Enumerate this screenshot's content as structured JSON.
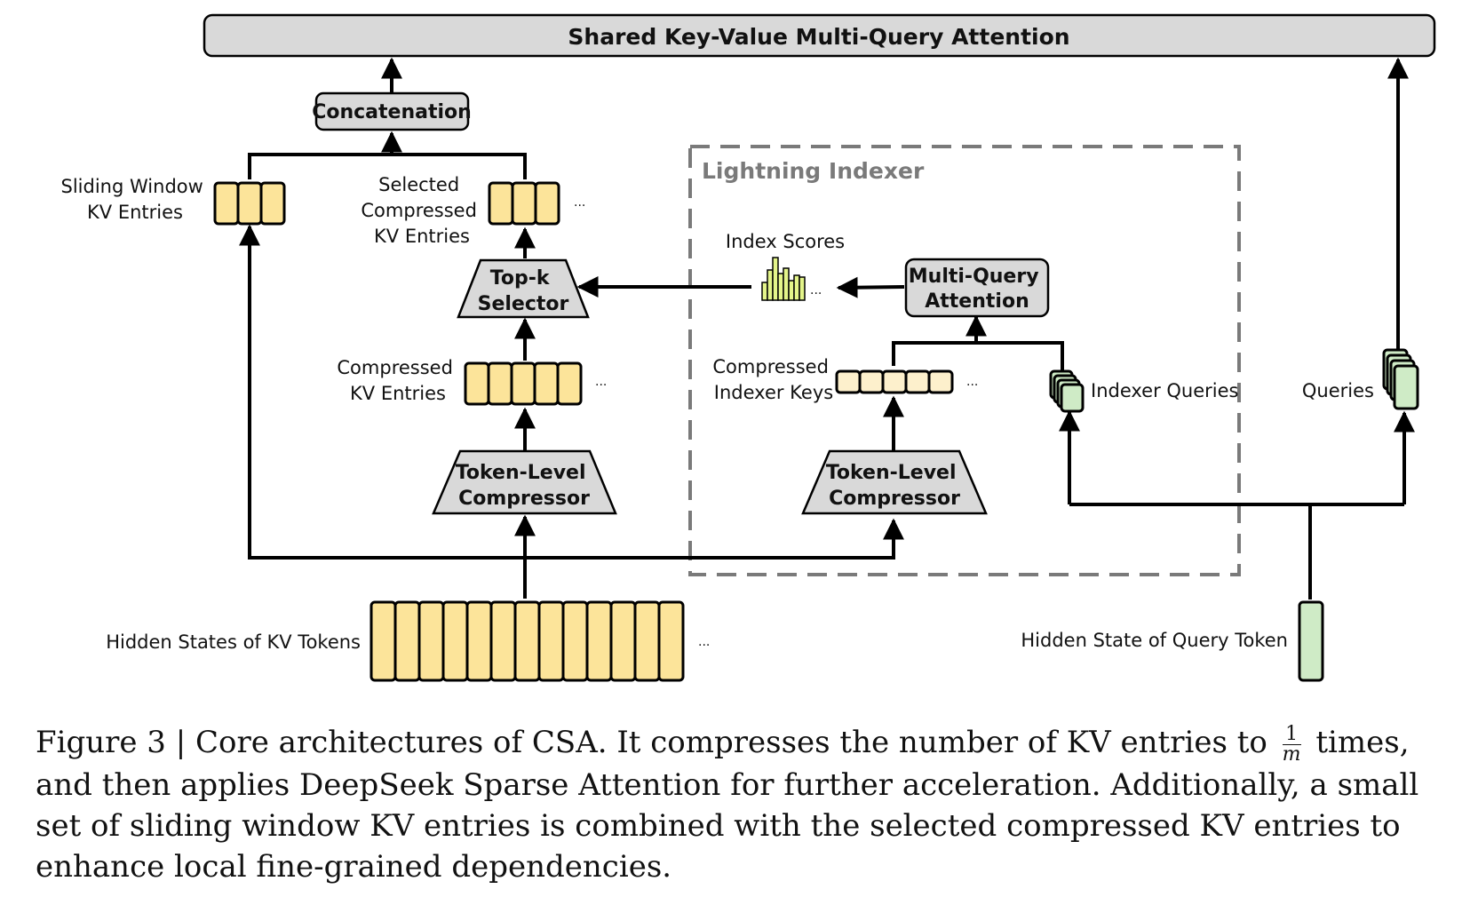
{
  "diagram": {
    "title": "Shared Key-Value Multi-Query Attention",
    "concatenation": "Concatenation",
    "sliding_window_label": [
      "Sliding Window",
      "KV Entries"
    ],
    "selected_label": [
      "Selected",
      "Compressed",
      "KV Entries"
    ],
    "topk_label": [
      "Top-k",
      "Selector"
    ],
    "compressed_kv_label": [
      "Compressed",
      "KV Entries"
    ],
    "compressor_label": [
      "Token-Level",
      "Compressor"
    ],
    "indexer_compressor_label": [
      "Token-Level",
      "Compressor"
    ],
    "hidden_kv_label": "Hidden States of KV Tokens",
    "lightning_indexer": "Lightning Indexer",
    "index_scores": "Index Scores",
    "mqa_label": [
      "Multi-Query",
      "Attention"
    ],
    "compressed_indexer_keys": [
      "Compressed",
      "Indexer Keys"
    ],
    "indexer_queries": "Indexer Queries",
    "queries": "Queries",
    "hidden_query_label": "Hidden State of Query Token",
    "ellipsis": "...",
    "colors": {
      "kv_fill": "#FCE49A",
      "indexer_key_fill": "#FDF0CC",
      "query_fill": "#CFEBC6",
      "score_fill": "#E4F58A",
      "box_fill": "#D9D9D9",
      "indexer_border": "#7a7a7a"
    }
  },
  "caption": {
    "before_frac": "Figure 3 | Core architectures of CSA. It compresses the number of KV entries to",
    "frac_num": "1",
    "frac_den": "m",
    "after_frac": "times, and then applies DeepSeek Sparse Attention for further acceleration. Additionally, a small set of sliding window KV entries is combined with the selected compressed KV entries to enhance local fine-grained dependencies."
  }
}
